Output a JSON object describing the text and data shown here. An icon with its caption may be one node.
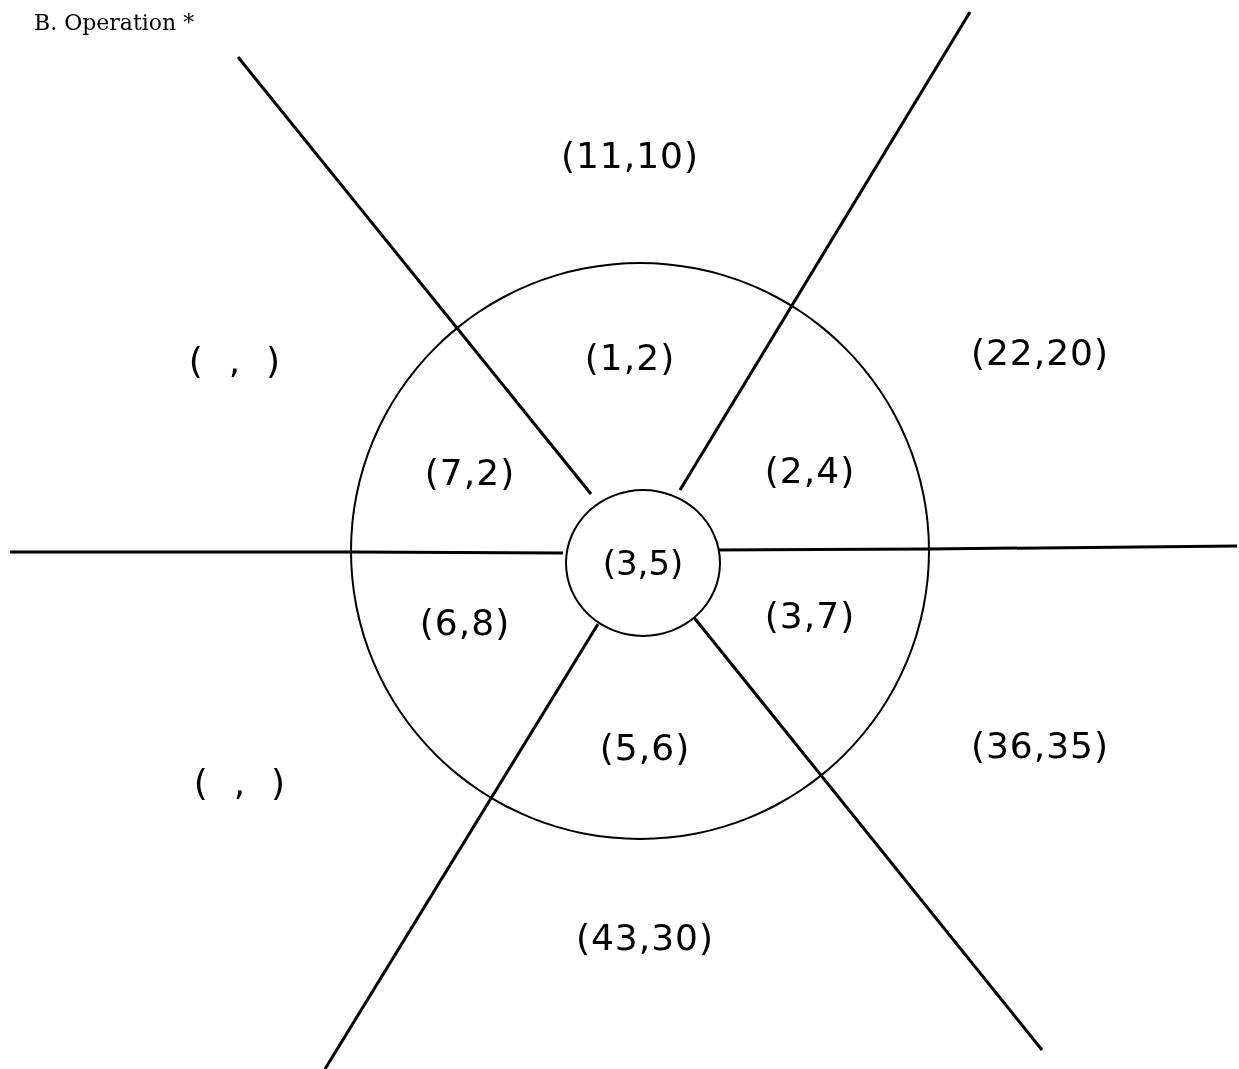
{
  "diagram": {
    "title": "B. Operation *",
    "nodes": [
      {
        "text": [],
        "shape": "circle"
      },
      {
        "text": [
          "(3,5)"
        ],
        "in": 0
      }
    ],
    "labels": [
      "(11,10)",
      "(  ,  )",
      "(1,2)",
      "(22,20)",
      "(7,2)",
      "(2,4)",
      "(6,8)",
      "(3,7)",
      "(  ,  )",
      "(5,6)",
      "(36,35)",
      "(43,30)"
    ]
  }
}
